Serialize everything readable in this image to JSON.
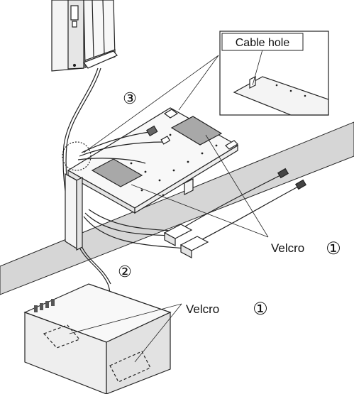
{
  "labels": {
    "cable_hole": "Cable hole",
    "velcro_upper": "Velcro",
    "velcro_lower": "Velcro"
  },
  "steps": {
    "step_1_upper": "①",
    "step_1_lower": "①",
    "step_2": "②",
    "step_3": "③"
  },
  "colors": {
    "line": "#222222",
    "velcro_fill": "#a8a8a8",
    "band_fill": "#d6d6d6",
    "panel_fill": "#f4f4f4"
  }
}
